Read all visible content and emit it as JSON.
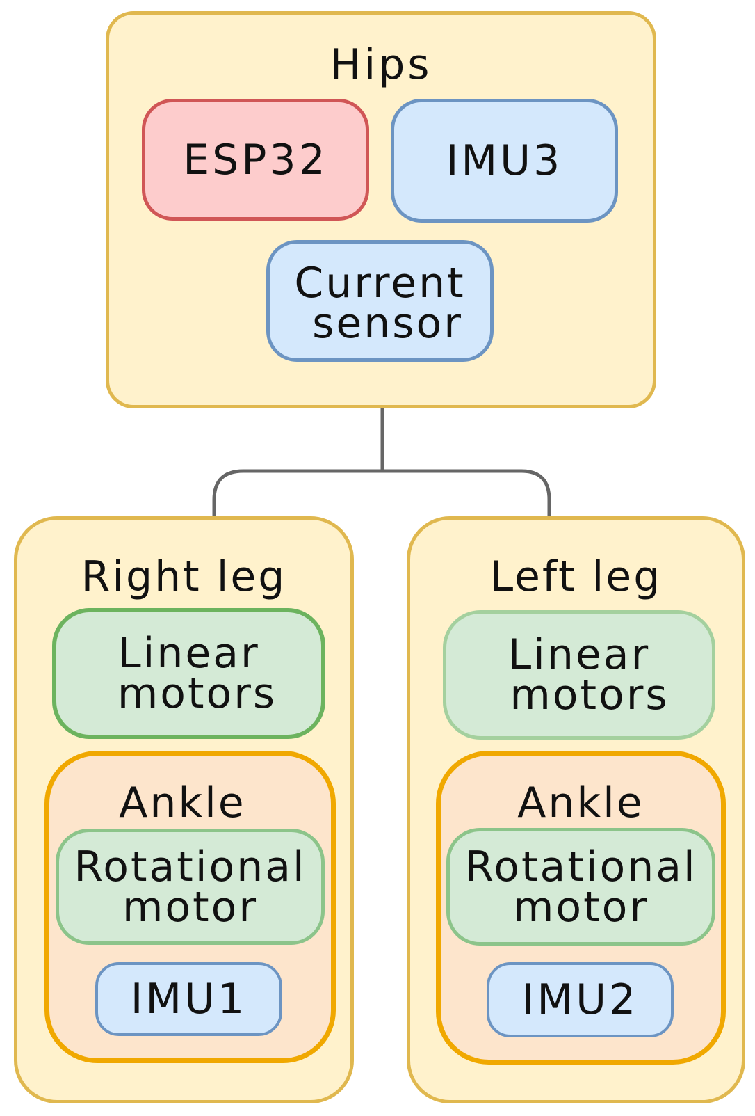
{
  "hips": {
    "title": "Hips",
    "esp32": "ESP32",
    "imu3": "IMU3",
    "current_sensor": [
      "Current",
      "sensor"
    ]
  },
  "right_leg": {
    "title": "Right leg",
    "linear_motors": [
      "Linear",
      "motors"
    ],
    "ankle": {
      "title": "Ankle",
      "rotational_motor": [
        "Rotational",
        "motor"
      ],
      "imu": "IMU1"
    }
  },
  "left_leg": {
    "title": "Left leg",
    "linear_motors": [
      "Linear",
      "motors"
    ],
    "ankle": {
      "title": "Ankle",
      "rotational_motor": [
        "Rotational",
        "motor"
      ],
      "imu": "IMU2"
    }
  },
  "colors": {
    "group_fill": "#fff2cc",
    "group_border": "#e0b84f",
    "ankle_fill": "#fde5cc",
    "ankle_border": "#f0a800",
    "mcu_fill": "#fdcccc",
    "mcu_border": "#d05656",
    "sensor_fill": "#d4e8fc",
    "sensor_border": "#6c94c2",
    "motor_fill": "#d4ead6",
    "motor_border": "#8cc48a",
    "connector": "#666666"
  }
}
